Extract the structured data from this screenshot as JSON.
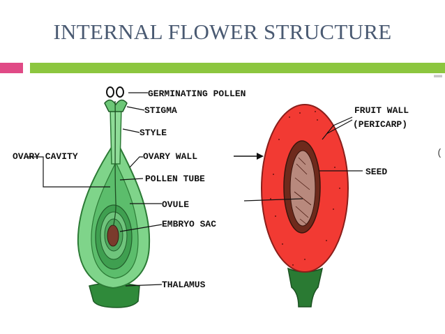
{
  "slide": {
    "title": "INTERNAL FLOWER STRUCTURE",
    "colors": {
      "title": "#4a5a72",
      "pink_bar": "#e04a86",
      "green_bar": "#8cc63f"
    }
  },
  "flower_labels": {
    "germinating_pollen": "GERMINATING POLLEN",
    "stigma": "STIGMA",
    "style": "STYLE",
    "ovary_cavity": "OVARY CAVITY",
    "ovary_wall": "OVARY WALL",
    "pollen_tube": "POLLEN TUBE",
    "ovule": "OVULE",
    "embryo_sac": "EMBRYO SAC",
    "thalamus": "THALAMUS"
  },
  "fruit_labels": {
    "fruit_wall": "FRUIT WALL",
    "pericarp": "(PERICARP)",
    "seed": "SEED"
  },
  "edge_glyph": "("
}
